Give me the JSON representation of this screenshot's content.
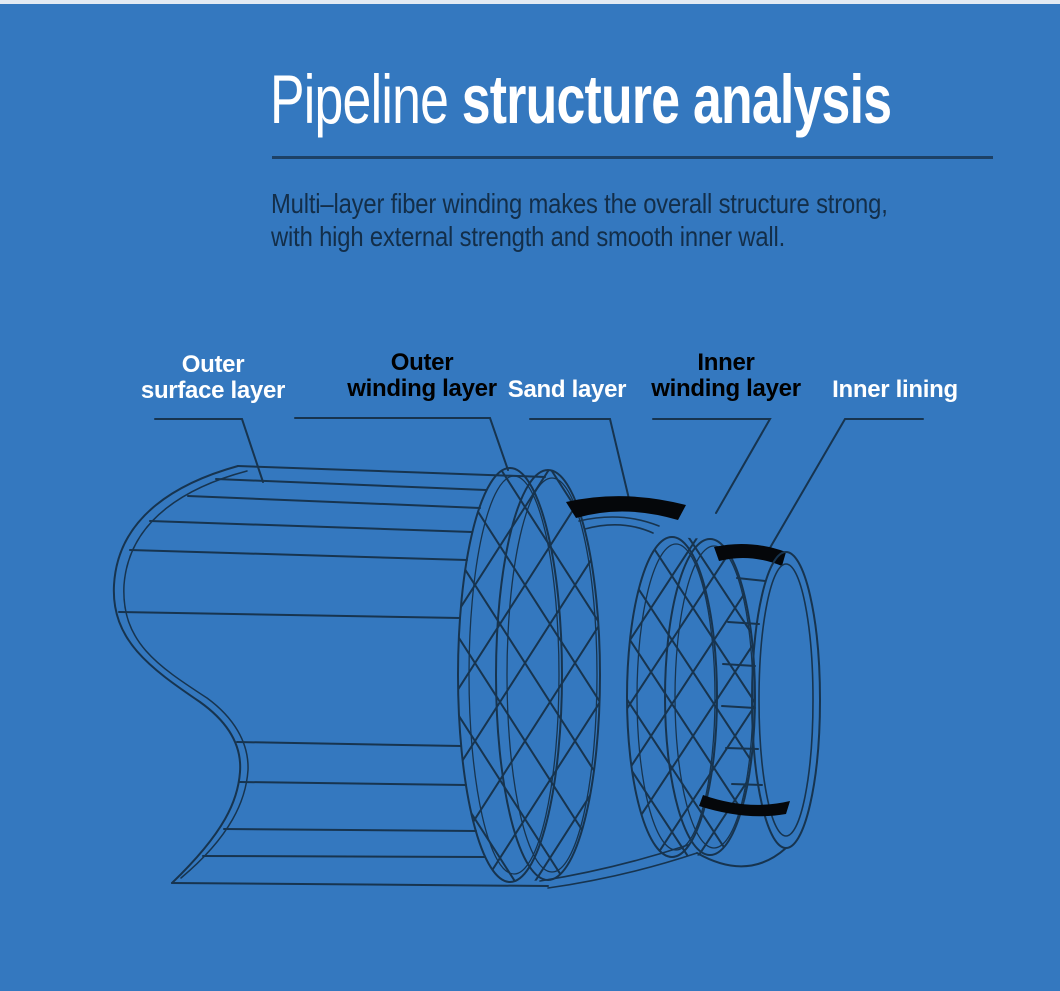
{
  "colors": {
    "background": "#3478BF",
    "top_strip": "#E2EAF3",
    "title": "#FFFFFF",
    "rule": "#1D4166",
    "subtitle": "#132E49",
    "wireframe_line": "#17344F",
    "cut_band_black": "#05070A",
    "label_white": "#FFFFFF",
    "label_black": "#000000"
  },
  "header": {
    "title_light": "Pipeline ",
    "title_bold": "structure analysis",
    "subtitle_line1": "Multi–layer fiber winding makes the overall structure strong,",
    "subtitle_line2": "with high external strength and smooth inner wall."
  },
  "diagram": {
    "labels": [
      {
        "line1": "Outer",
        "line2": "surface layer",
        "color": "white"
      },
      {
        "line1": "Outer",
        "line2": "winding layer",
        "color": "black"
      },
      {
        "line1": "Sand layer",
        "line2": "",
        "color": "white"
      },
      {
        "line1": "Inner",
        "line2": "winding layer",
        "color": "black"
      },
      {
        "line1": "Inner lining",
        "line2": "",
        "color": "white"
      }
    ]
  }
}
